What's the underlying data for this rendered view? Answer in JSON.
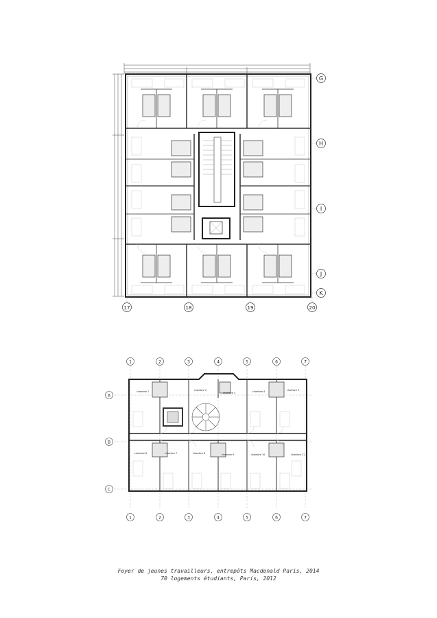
{
  "plan1": {
    "grid_rows": [
      "G",
      "H",
      "I",
      "J",
      "K"
    ],
    "grid_cols": [
      "17",
      "18",
      "19",
      "20"
    ]
  },
  "plan2": {
    "grid_cols": [
      "1",
      "2",
      "3",
      "4",
      "5",
      "6",
      "7"
    ],
    "grid_rows": [
      "A",
      "B",
      "C"
    ],
    "room_labels": [
      "chambre 1",
      "chambre 2",
      "chambre 3",
      "chambre 4",
      "chambre 5",
      "chambre 6",
      "chambre 7",
      "chambre 8",
      "chambre 9",
      "chambre 10",
      "chambre 11"
    ]
  },
  "caption": {
    "line1": "Foyer de jeunes travailleurs, entrepôts Macdonald Paris, 2014",
    "line2": "70 logements étudiants, Paris, 2012"
  },
  "colors": {
    "ink": "#222222",
    "fill": "#555555",
    "light": "#cccccc"
  }
}
